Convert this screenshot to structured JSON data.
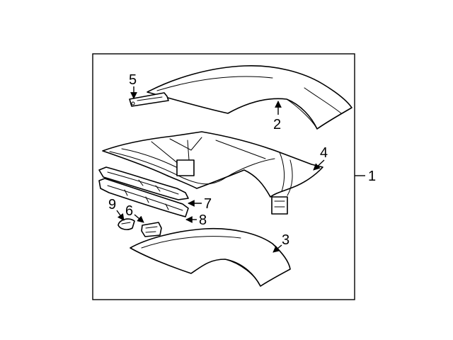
{
  "diagram": {
    "callouts": {
      "assembly": "1",
      "outer_top_cover": "2",
      "headliner": "3",
      "top_frame": "4",
      "front_trim_strip": "5",
      "latch_handle": "6",
      "front_bow_moulding": "7",
      "front_header_weatherstrip": "8",
      "latch_cap": "9"
    },
    "colors": {
      "line": "#000000",
      "background": "#ffffff"
    }
  }
}
